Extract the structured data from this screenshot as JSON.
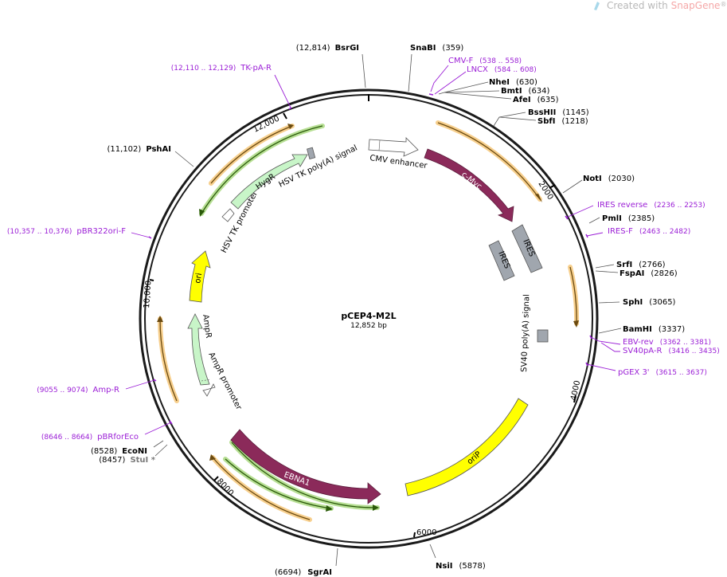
{
  "watermark": {
    "prefix": "Created with ",
    "brand": "SnapGene",
    "mark": "®"
  },
  "plasmid": {
    "name": "pCEP4-M2L",
    "length": "12,852 bp"
  },
  "ticks": [
    "2000",
    "4000",
    "6000",
    "8000",
    "10,000",
    "12,000"
  ],
  "enzymes": [
    {
      "pos": "(12,814)",
      "name": "BsrGI"
    },
    {
      "pos": "(359)",
      "name": "SnaBI"
    },
    {
      "pos": "(630)",
      "name": "NheI"
    },
    {
      "pos": "(634)",
      "name": "BmtI"
    },
    {
      "pos": "(635)",
      "name": "AfeI"
    },
    {
      "pos": "(1145)",
      "name": "BssHII"
    },
    {
      "pos": "(1218)",
      "name": "SbfI"
    },
    {
      "pos": "(2030)",
      "name": "NotI"
    },
    {
      "pos": "(2385)",
      "name": "PmlI"
    },
    {
      "pos": "(2766)",
      "name": "SrfI"
    },
    {
      "pos": "(2826)",
      "name": "FspAI"
    },
    {
      "pos": "(3065)",
      "name": "SphI"
    },
    {
      "pos": "(3337)",
      "name": "BamHI"
    },
    {
      "pos": "(5878)",
      "name": "NsiI"
    },
    {
      "pos": "(6694)",
      "name": "SgrAI"
    },
    {
      "pos": "(8528)",
      "name": "EcoNI"
    },
    {
      "pos": "(8457)",
      "name": "StuI *"
    },
    {
      "pos": "(11,102)",
      "name": "PshAI"
    }
  ],
  "primers": [
    {
      "name": "TK-pA-R",
      "range": "(12,110 .. 12,129)"
    },
    {
      "name": "CMV-F",
      "range": "(538 .. 558)"
    },
    {
      "name": "LNCX",
      "range": "(584 .. 608)"
    },
    {
      "name": "IRES reverse",
      "range": "(2236 .. 2253)"
    },
    {
      "name": "IRES-F",
      "range": "(2463 .. 2482)"
    },
    {
      "name": "EBV-rev",
      "range": "(3362 .. 3381)"
    },
    {
      "name": "SV40pA-R",
      "range": "(3416 .. 3435)"
    },
    {
      "name": "pGEX 3'",
      "range": "(3615 .. 3637)"
    },
    {
      "name": "pBR322ori-F",
      "range": "(10,357 .. 10,376)"
    },
    {
      "name": "Amp-R",
      "range": "(9055 .. 9074)"
    },
    {
      "name": "pBRforEco",
      "range": "(8646 .. 8664)"
    }
  ],
  "features": {
    "cmv_enhancer": "CMV enhancer",
    "c_myc": "c-Myc",
    "ires_1": "IRES",
    "ires_2": "IRES",
    "sv40_polya": "SV40 poly(A) signal",
    "orip": "oriP",
    "ebna1": "EBNA1",
    "ampr_promoter": "AmpR promoter",
    "ampr": "AmpR",
    "ori": "ori",
    "hsv_tk_promoter": "HSV TK promoter",
    "hygr": "HygR",
    "hsv_tk_polya": "HSV TK poly(A) signal"
  },
  "colors": {
    "backbone": "#1a1a1a",
    "primer": "#9b1fd6",
    "orf_orange": "#f0a830",
    "orf_green": "#6fc02a",
    "c_myc": "#8b2a5a",
    "ires": "#a0a6ae",
    "orip": "#ffff00",
    "hygr": "#c8f5c8",
    "ampr": "#c8f5c8"
  }
}
